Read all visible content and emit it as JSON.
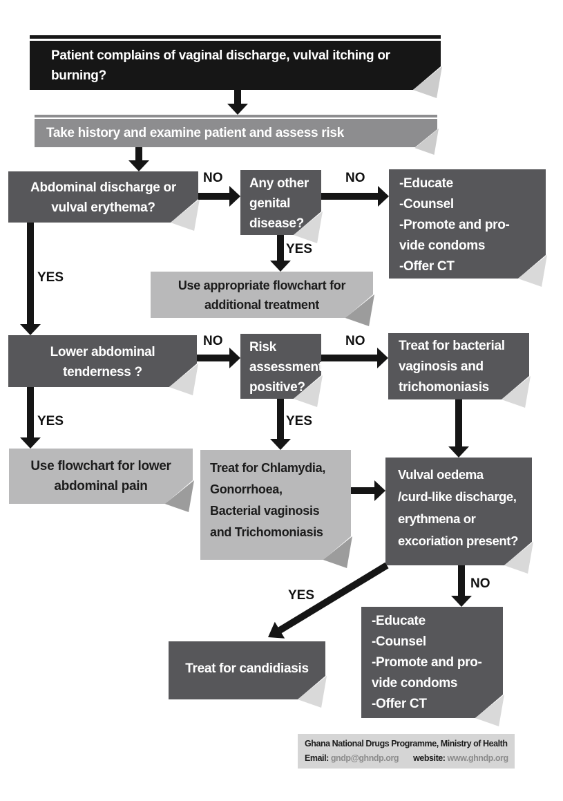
{
  "labels": {
    "yes": "YES",
    "no": "NO"
  },
  "colors": {
    "black": "#161616",
    "dark": "#57575a",
    "light": "#b9b9ba",
    "bar": "#8d8d8f",
    "footer_bg": "#d5d5d5",
    "arrow": "#151515",
    "flap_dark": "#d9d9d9",
    "flap_light": "#9c9c9c",
    "email_gray": "#8b8b8b"
  },
  "nodes": {
    "start": {
      "lines": [
        "Patient complains of vaginal discharge, vulval itching or",
        "burning?"
      ]
    },
    "history": {
      "lines": [
        "Take history and examine patient and assess risk"
      ]
    },
    "abdominal": {
      "lines": [
        "Abdominal discharge or",
        "vulval erythema?"
      ]
    },
    "genital": {
      "lines": [
        "Any other",
        "genital",
        "disease?"
      ]
    },
    "educate_top": {
      "lines": [
        "-Educate",
        "-Counsel",
        "-Promote and pro-",
        "vide condoms",
        "-Offer CT"
      ]
    },
    "appropriate": {
      "lines": [
        "Use appropriate flowchart for",
        "additional treatment"
      ]
    },
    "tenderness": {
      "lines": [
        "Lower abdominal",
        "tenderness ?"
      ]
    },
    "risk": {
      "lines": [
        "Risk",
        "assessment",
        "positive?"
      ]
    },
    "bacterial": {
      "lines": [
        "Treat for bacterial",
        "vaginosis and",
        "trichomoniasis"
      ]
    },
    "lower_pain": {
      "lines": [
        "Use flowchart for lower",
        "abdominal pain"
      ]
    },
    "chlamydia": {
      "lines": [
        "Treat for Chlamydia,",
        "Gonorrhoea,",
        "Bacterial vaginosis",
        "and Trichomoniasis"
      ]
    },
    "vulval": {
      "lines": [
        "Vulval oedema",
        "/curd-like discharge,",
        "erythmena or",
        "excoriation present?"
      ]
    },
    "candidiasis": {
      "lines": [
        "Treat for candidiasis"
      ]
    },
    "educate_bottom": {
      "lines": [
        "-Educate",
        "-Counsel",
        "-Promote and pro-",
        "vide condoms",
        "-Offer CT"
      ]
    }
  },
  "footer": {
    "org": "Ghana National Drugs Programme, Ministry of Health",
    "email_label": "Email:",
    "email": "gndp@ghndp.org",
    "website_label": "website:",
    "website": "www.ghndp.org"
  }
}
